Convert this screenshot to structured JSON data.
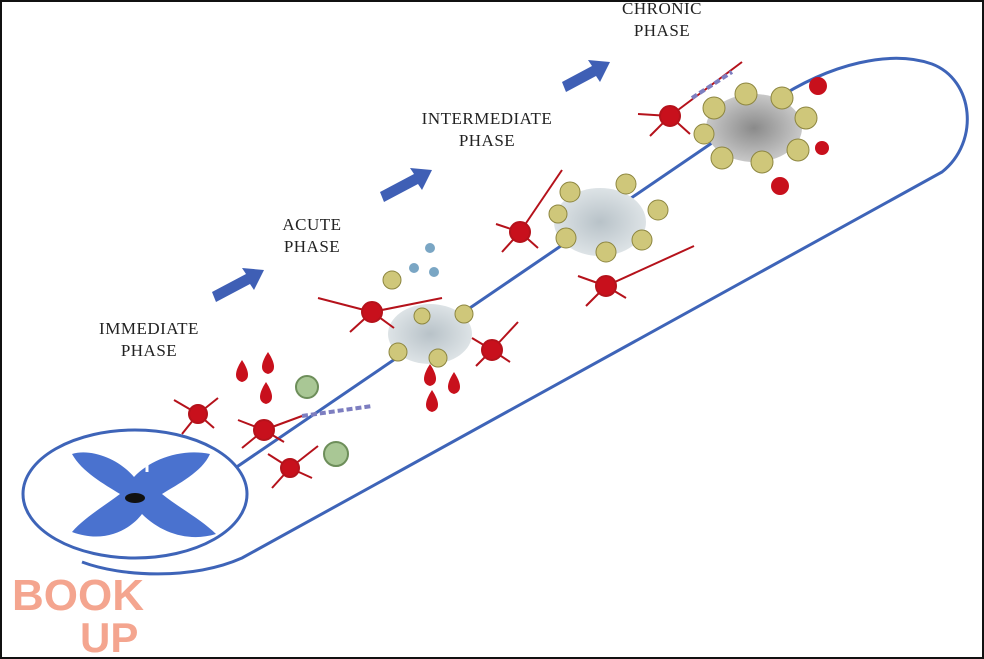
{
  "phases": [
    {
      "line1": "IMMEDIATE",
      "line2": "PHASE"
    },
    {
      "line1": "ACUTE",
      "line2": "PHASE"
    },
    {
      "line1": "INTERMEDIATE",
      "line2": "PHASE"
    },
    {
      "line1": "CHRONIC",
      "line2": "PHASE"
    }
  ],
  "watermark": {
    "line1": "BOOK",
    "line2": "UP"
  },
  "colors": {
    "tube_outline": "#3e64b8",
    "grey_matter": "#4a72cf",
    "arrow": "#3f5fb5",
    "neuron": "#b5121b",
    "astrocyte": "#cfc77a",
    "lesion": "#9a9a9a",
    "microglia": "#9fbf8a",
    "watermark": "#f08060"
  }
}
